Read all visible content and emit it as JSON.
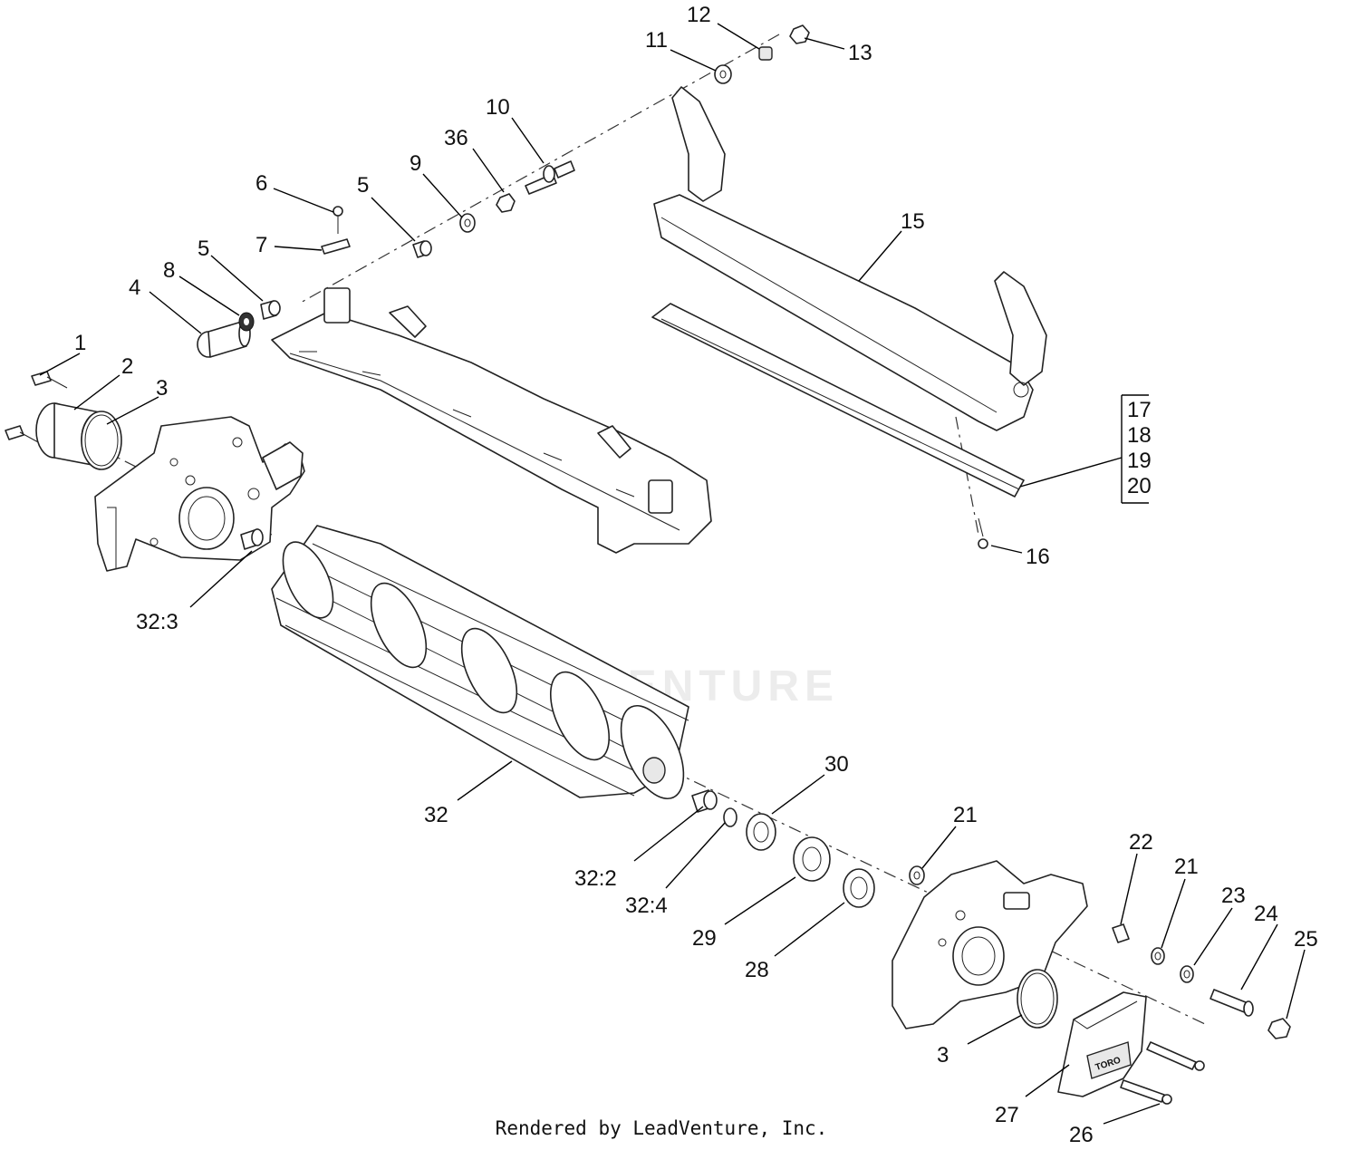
{
  "callouts": [
    {
      "id": "c1",
      "label": "1"
    },
    {
      "id": "c2",
      "label": "2"
    },
    {
      "id": "c3",
      "label": "3"
    },
    {
      "id": "c4",
      "label": "4"
    },
    {
      "id": "c5a",
      "label": "5"
    },
    {
      "id": "c8",
      "label": "8"
    },
    {
      "id": "c7",
      "label": "7"
    },
    {
      "id": "c6",
      "label": "6"
    },
    {
      "id": "c5b",
      "label": "5"
    },
    {
      "id": "c9",
      "label": "9"
    },
    {
      "id": "c36",
      "label": "36"
    },
    {
      "id": "c10",
      "label": "10"
    },
    {
      "id": "c11",
      "label": "11"
    },
    {
      "id": "c12",
      "label": "12"
    },
    {
      "id": "c13",
      "label": "13"
    },
    {
      "id": "c15",
      "label": "15"
    },
    {
      "id": "c16",
      "label": "16"
    },
    {
      "id": "c323",
      "label": "32:3"
    },
    {
      "id": "c32",
      "label": "32"
    },
    {
      "id": "c30",
      "label": "30"
    },
    {
      "id": "c322",
      "label": "32:2"
    },
    {
      "id": "c324",
      "label": "32:4"
    },
    {
      "id": "c29",
      "label": "29"
    },
    {
      "id": "c28",
      "label": "28"
    },
    {
      "id": "c21a",
      "label": "21"
    },
    {
      "id": "c22",
      "label": "22"
    },
    {
      "id": "c21b",
      "label": "21"
    },
    {
      "id": "c23",
      "label": "23"
    },
    {
      "id": "c24",
      "label": "24"
    },
    {
      "id": "c25",
      "label": "25"
    },
    {
      "id": "c3b",
      "label": "3"
    },
    {
      "id": "c27",
      "label": "27"
    },
    {
      "id": "c26",
      "label": "26"
    }
  ],
  "bracket_labels": [
    "17",
    "18",
    "19",
    "20"
  ],
  "watermark": "LEADVENTURE",
  "brand_mark": "TORO",
  "footer": "Rendered by LeadVenture, Inc."
}
